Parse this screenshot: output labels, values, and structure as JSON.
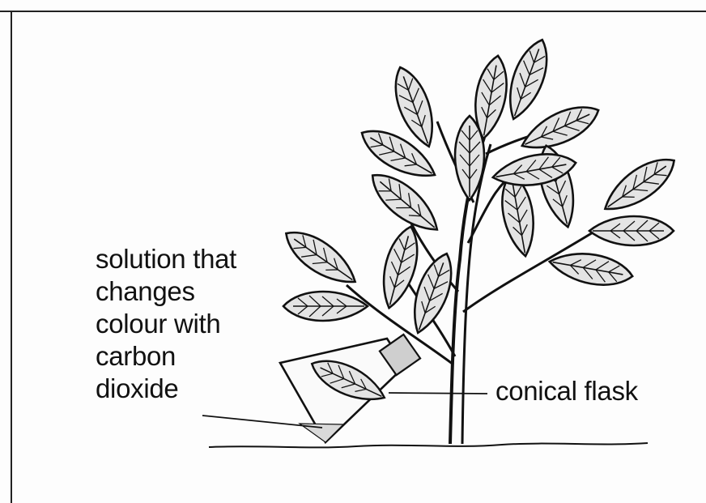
{
  "diagram": {
    "labels": {
      "solution_lines": [
        "solution that",
        "changes",
        "colour with",
        "carbon",
        "dioxide"
      ],
      "flask": "conical flask"
    },
    "colors": {
      "ink": "#111111",
      "leaf_fill": "#e4e4e4",
      "liquid_fill": "#d9d9d9"
    }
  }
}
